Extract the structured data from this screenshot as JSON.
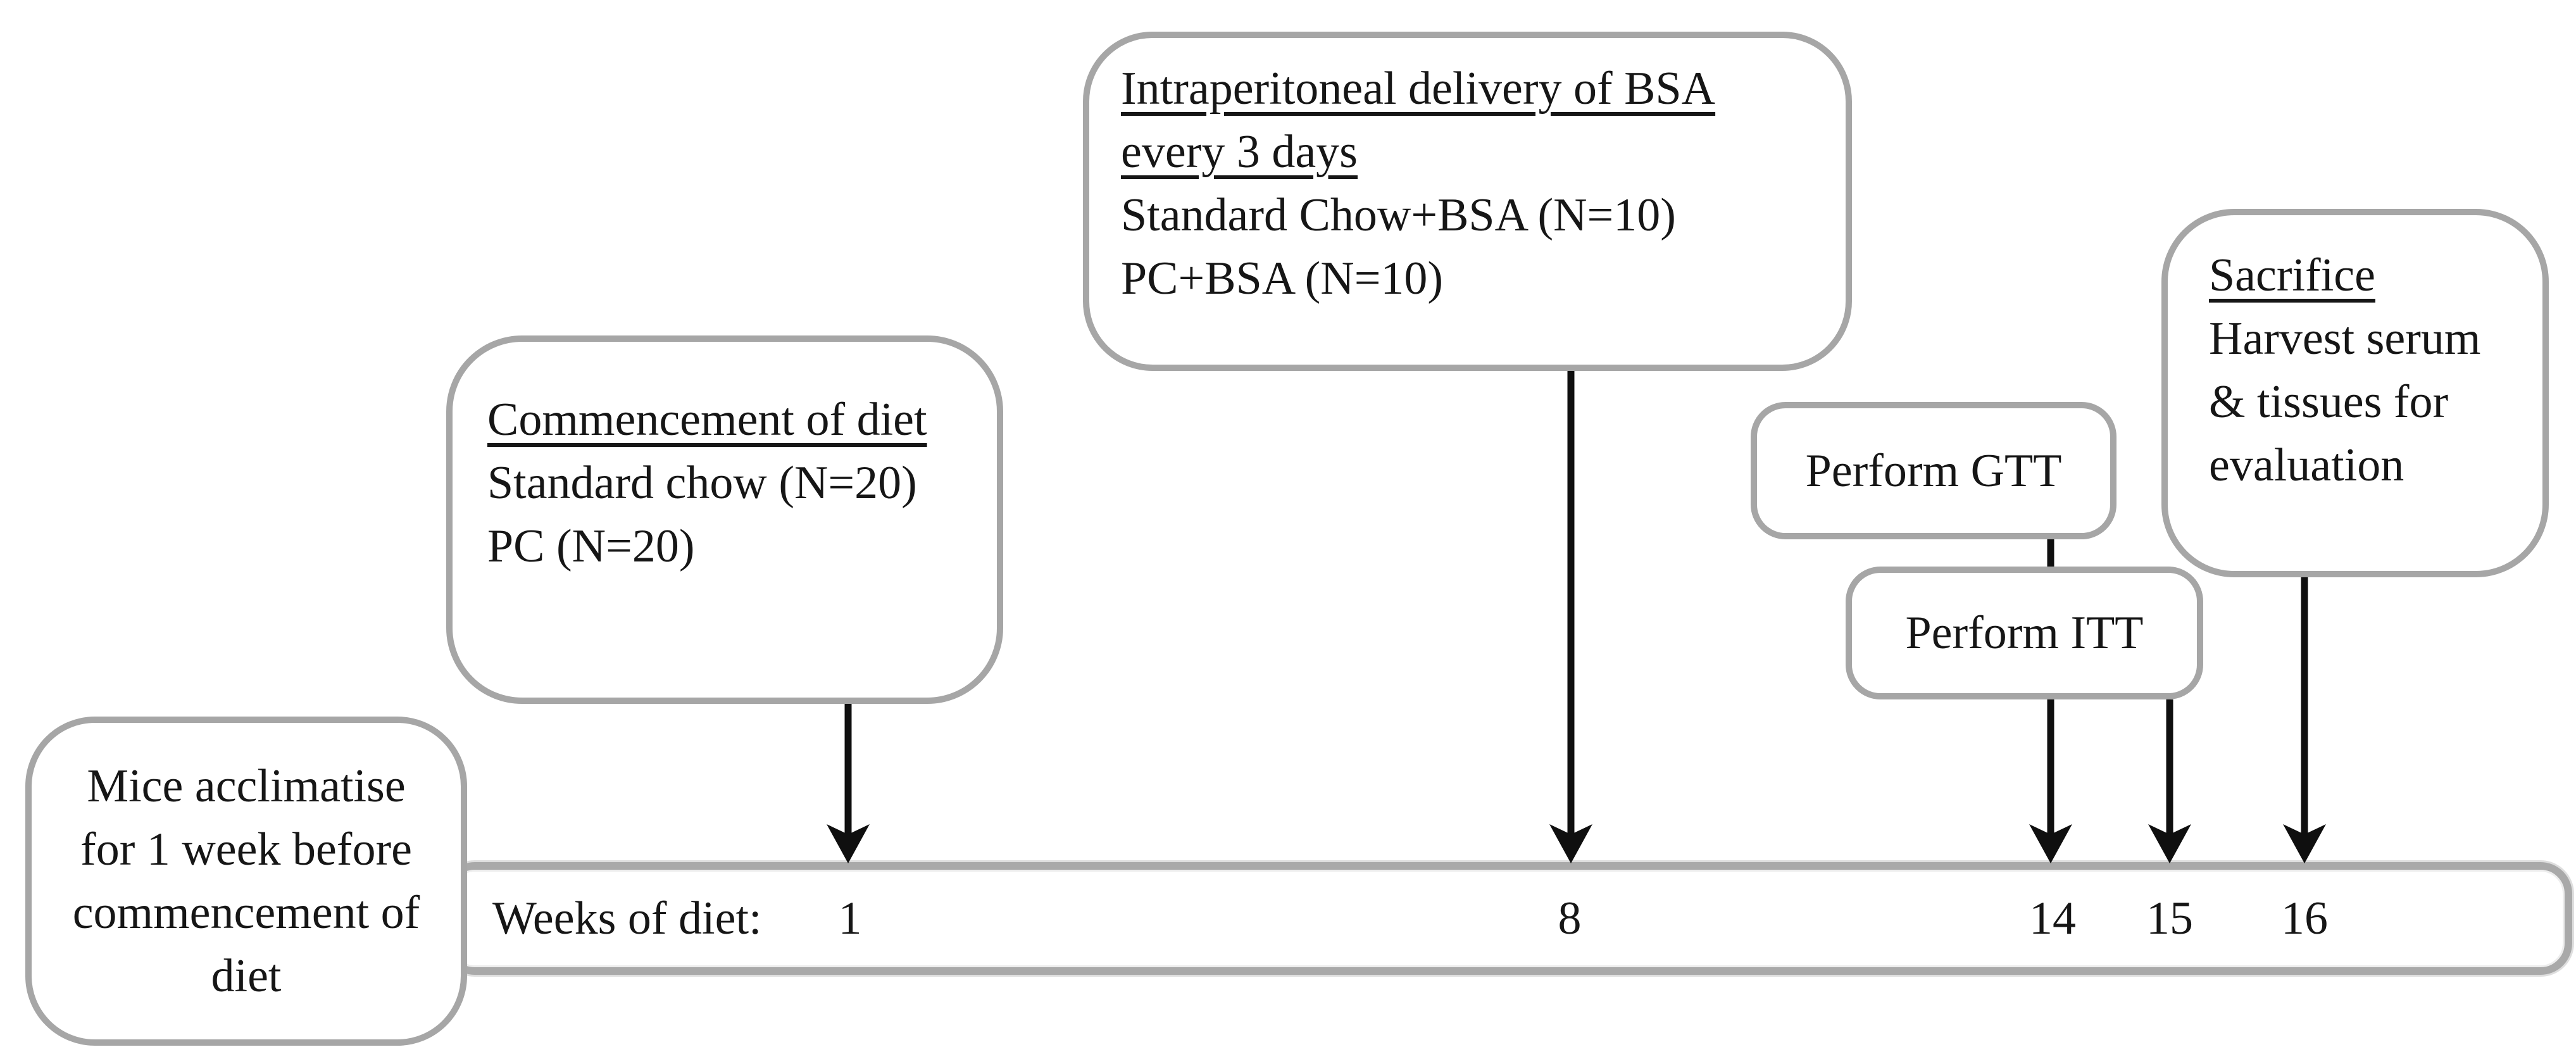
{
  "boxes": {
    "acclimatise": {
      "lines": [
        "Mice acclimatise",
        "for 1 week before",
        "commencement of",
        "diet"
      ]
    },
    "commencement": {
      "heading": "Commencement of diet",
      "lines": [
        "Standard chow (N=20)",
        "PC (N=20)"
      ]
    },
    "bsa": {
      "heading_lines": [
        "Intraperitoneal delivery of BSA",
        "every 3 days"
      ],
      "lines": [
        "Standard Chow+BSA (N=10)",
        "PC+BSA (N=10)"
      ]
    },
    "gtt": {
      "label": "Perform GTT"
    },
    "itt": {
      "label": "Perform ITT"
    },
    "sacrifice": {
      "heading": "Sacrifice",
      "lines": [
        "Harvest serum",
        "& tissues for",
        "evaluation"
      ]
    }
  },
  "timeline": {
    "label": "Weeks of diet:",
    "weeks": [
      "1",
      "8",
      "14",
      "15",
      "16"
    ]
  },
  "colors": {
    "box_border_gray": "#a6a6a6",
    "bar_border_gray": "#a9a9a9",
    "arrow_black": "#0f0f0f",
    "text_black": "#161616",
    "background": "#ffffff"
  }
}
